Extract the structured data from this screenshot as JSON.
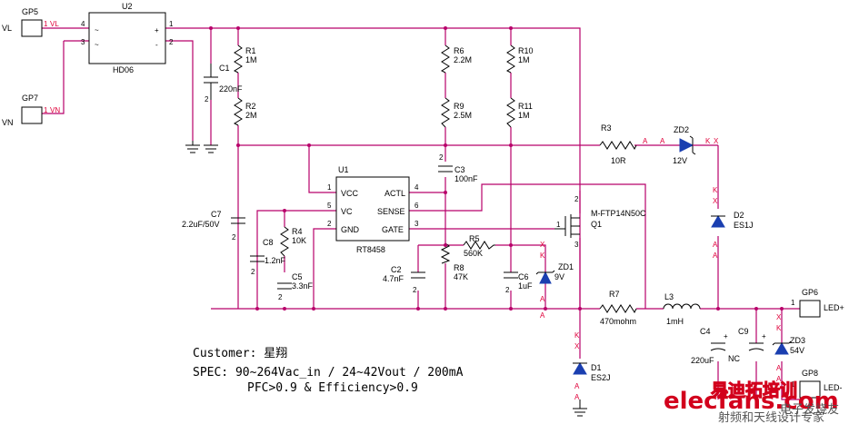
{
  "connectors": {
    "gp5": {
      "ref": "GP5",
      "net": "VL",
      "pin": "1"
    },
    "gp7": {
      "ref": "GP7",
      "net": "VN",
      "pin": "1"
    },
    "gp6": {
      "ref": "GP6",
      "net": "LED+",
      "pin": "1"
    },
    "gp8": {
      "ref": "GP8",
      "net": "LED-",
      "pin": "1"
    }
  },
  "bridge": {
    "ref": "U2",
    "part": "HD06",
    "pin1": "1",
    "pin2": "2",
    "pin3": "3",
    "pin4": "4",
    "tilde": "~",
    "plus": "+",
    "minus": "-"
  },
  "controller": {
    "ref": "U1",
    "part": "RT8458",
    "pins": {
      "vcc": "VCC",
      "vc": "VC",
      "gnd": "GND",
      "actl": "ACTL",
      "sense": "SENSE",
      "gate": "GATE"
    },
    "pin_numbers": {
      "vcc": "1",
      "vc": "5",
      "gnd": "2",
      "actl": "4",
      "sense": "6",
      "gate": "3"
    }
  },
  "resistors": {
    "r1": {
      "ref": "R1",
      "value": "1M"
    },
    "r2": {
      "ref": "R2",
      "value": "2M"
    },
    "r6": {
      "ref": "R6",
      "value": "2.2M"
    },
    "r9": {
      "ref": "R9",
      "value": "2.5M"
    },
    "r10": {
      "ref": "R10",
      "value": "1M"
    },
    "r11": {
      "ref": "R11",
      "value": "1M"
    },
    "r3": {
      "ref": "R3",
      "value": "10R"
    },
    "r4": {
      "ref": "R4",
      "value": "10K"
    },
    "r5": {
      "ref": "R5",
      "value": "560K"
    },
    "r7": {
      "ref": "R7",
      "value": "470mohm"
    },
    "r8": {
      "ref": "R8",
      "value": "47K"
    }
  },
  "capacitors": {
    "c1": {
      "ref": "C1",
      "value": "220nF"
    },
    "c3": {
      "ref": "C3",
      "value": "100nF"
    },
    "c7": {
      "ref": "C7",
      "value": "2.2uF/50V"
    },
    "c8": {
      "ref": "C8",
      "value": "1.2nF"
    },
    "c5": {
      "ref": "C5",
      "value": "3.3nF"
    },
    "c2": {
      "ref": "C2",
      "value": "4.7nF"
    },
    "c6": {
      "ref": "C6",
      "value": "1uF"
    },
    "c4": {
      "ref": "C4",
      "value": "220uF"
    },
    "c9": {
      "ref": "C9",
      "value": "NC"
    }
  },
  "semis": {
    "zd2": {
      "ref": "ZD2",
      "value": "12V"
    },
    "d2": {
      "ref": "D2",
      "value": "ES1J"
    },
    "zd1": {
      "ref": "ZD1",
      "value": "9V"
    },
    "d1": {
      "ref": "D1",
      "value": "ES2J"
    },
    "zd3": {
      "ref": "ZD3",
      "value": "54V"
    },
    "q1": {
      "ref": "Q1",
      "value": "M-FTP14N50C"
    }
  },
  "inductor": {
    "l3": {
      "ref": "L3",
      "value": "1mH"
    }
  },
  "pin_marks": {
    "a": "A",
    "k": "K",
    "x": "X",
    "one": "1",
    "two": "2",
    "three": "3",
    "plus": "+"
  },
  "notes": {
    "customer": "Customer: 星翔",
    "spec": "SPEC: 90~264Vac_in / 24~42Vout / 200mA",
    "pfc": "PFC>0.9 & Efficiency>0.9"
  },
  "watermark": {
    "brand": "elecfans.com",
    "brand_cn": "电子发烧友",
    "site_cn": "易迪拓培训",
    "slogan": "射频和天线设计专家"
  },
  "colors": {
    "wire": "#b8006a",
    "label": "#e0003a",
    "diode": "#1a3fb0",
    "watermark": "#d2001c"
  }
}
